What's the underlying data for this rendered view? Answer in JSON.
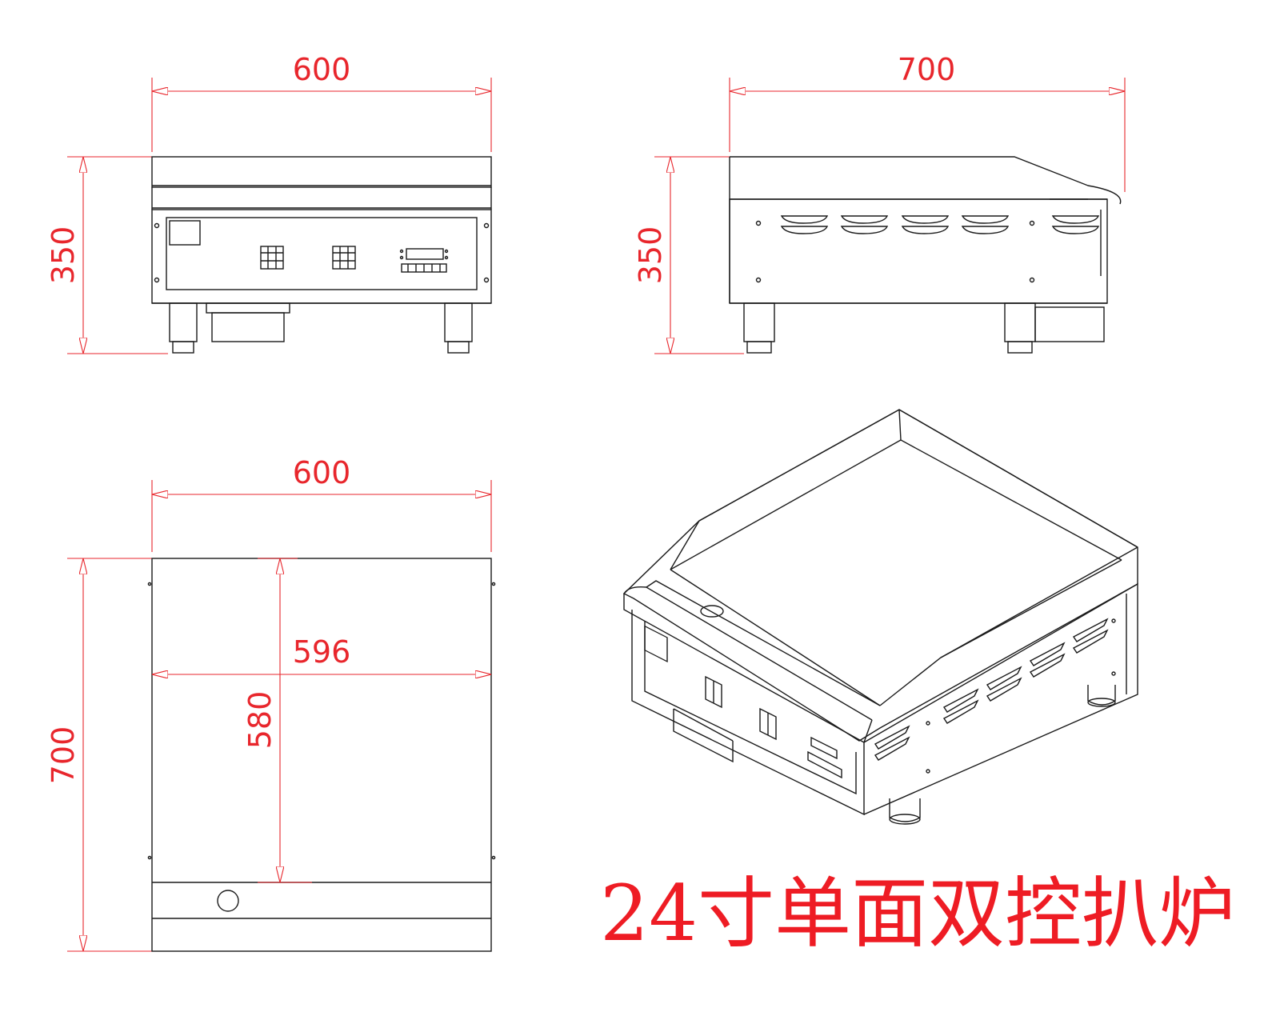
{
  "title": "24寸单面双控扒炉",
  "views": {
    "front": {
      "width_label": "600",
      "height_label": "350"
    },
    "side": {
      "width_label": "700",
      "height_label": "350"
    },
    "top": {
      "width_label": "600",
      "inner_width_label": "596",
      "inner_depth_label": "580",
      "depth_label": "700"
    }
  },
  "colors": {
    "dimension": "#e8262c",
    "title": "#ee1c24",
    "outline": "#1a1a1a"
  }
}
